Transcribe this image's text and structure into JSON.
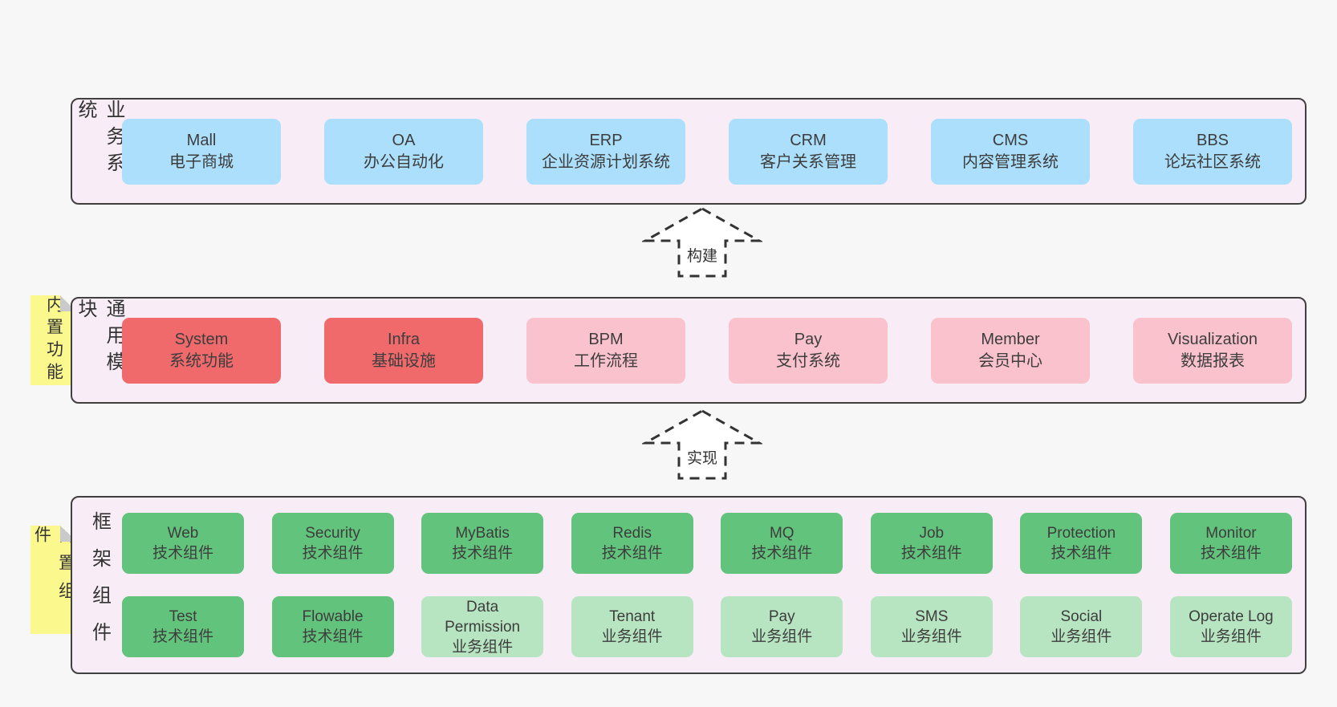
{
  "colors": {
    "page_background": "#f7f7f7",
    "band_fill": "#f8edf6",
    "band_border": "#404040",
    "box_blue": "#abdffb",
    "box_red": "#f06a6c",
    "box_pink": "#fac2cc",
    "box_green": "#62c37c",
    "box_green_light": "#b7e5c1",
    "sticky_yellow": "#fbf98e",
    "sticky_fold_gray": "#c8cacb",
    "arrow_stroke": "#333333",
    "text": "#3d3d3d"
  },
  "arrows": {
    "build": "构建",
    "implement": "实现"
  },
  "bands": {
    "business": {
      "label": "业务系统",
      "boxes": [
        {
          "title": "Mall",
          "subtitle": "电子商城"
        },
        {
          "title": "OA",
          "subtitle": "办公自动化"
        },
        {
          "title": "ERP",
          "subtitle": "企业资源计划系统"
        },
        {
          "title": "CRM",
          "subtitle": "客户关系管理"
        },
        {
          "title": "CMS",
          "subtitle": "内容管理系统"
        },
        {
          "title": "BBS",
          "subtitle": "论坛社区系统"
        }
      ]
    },
    "modules": {
      "label": "通用模块",
      "sticky": "内置功能",
      "boxes": [
        {
          "title": "System",
          "subtitle": "系统功能"
        },
        {
          "title": "Infra",
          "subtitle": "基础设施"
        },
        {
          "title": "BPM",
          "subtitle": "工作流程"
        },
        {
          "title": "Pay",
          "subtitle": "支付系统"
        },
        {
          "title": "Member",
          "subtitle": "会员中心"
        },
        {
          "title": "Visualization",
          "subtitle": "数据报表"
        }
      ]
    },
    "framework": {
      "label": "框架组件",
      "sticky": "内置组件",
      "row1": [
        {
          "title": "Web",
          "subtitle": "技术组件"
        },
        {
          "title": "Security",
          "subtitle": "技术组件"
        },
        {
          "title": "MyBatis",
          "subtitle": "技术组件"
        },
        {
          "title": "Redis",
          "subtitle": "技术组件"
        },
        {
          "title": "MQ",
          "subtitle": "技术组件"
        },
        {
          "title": "Job",
          "subtitle": "技术组件"
        },
        {
          "title": "Protection",
          "subtitle": "技术组件"
        },
        {
          "title": "Monitor",
          "subtitle": "技术组件"
        }
      ],
      "row2": [
        {
          "title": "Test",
          "subtitle": "技术组件"
        },
        {
          "title": "Flowable",
          "subtitle": "技术组件"
        },
        {
          "title": "Data Permission",
          "subtitle": "业务组件"
        },
        {
          "title": "Tenant",
          "subtitle": "业务组件"
        },
        {
          "title": "Pay",
          "subtitle": "业务组件"
        },
        {
          "title": "SMS",
          "subtitle": "业务组件"
        },
        {
          "title": "Social",
          "subtitle": "业务组件"
        },
        {
          "title": "Operate Log",
          "subtitle": "业务组件"
        }
      ]
    }
  }
}
